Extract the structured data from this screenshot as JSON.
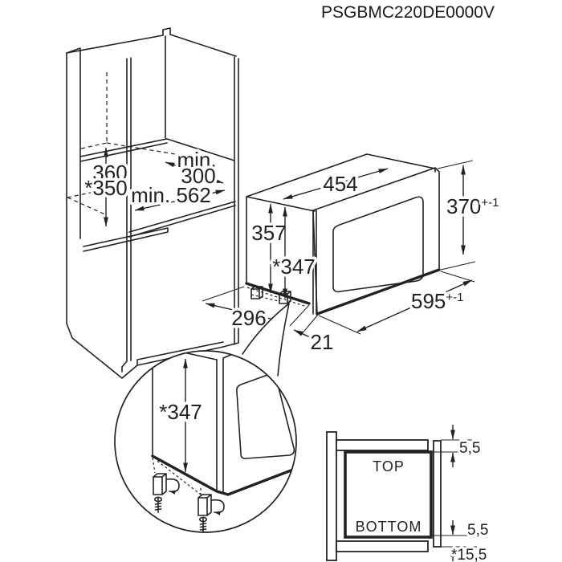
{
  "title": "PSGBMC220DE0000V",
  "cabinet": {
    "niche_depth_prefix": "min.",
    "niche_depth_value": "300",
    "niche_height_value": "360",
    "niche_height_alt": "*350",
    "niche_width_label": "min. 562"
  },
  "microwave": {
    "top_width": "454",
    "body_height": "357",
    "body_height_adjusted": "*347",
    "front_height": "370",
    "front_height_tolerance": "+-1",
    "front_width": "595",
    "front_width_tolerance": "+-1",
    "depth": "296",
    "door_offset": "21"
  },
  "detail": {
    "height_adjusted": "*347"
  },
  "cross_section": {
    "top_label": "TOP",
    "bottom_label": "BOTTOM",
    "gap_top": "5,5",
    "gap_bottom": "5,5",
    "offset_bottom": "*15,5"
  },
  "colors": {
    "line": "#222222",
    "background": "#ffffff"
  }
}
